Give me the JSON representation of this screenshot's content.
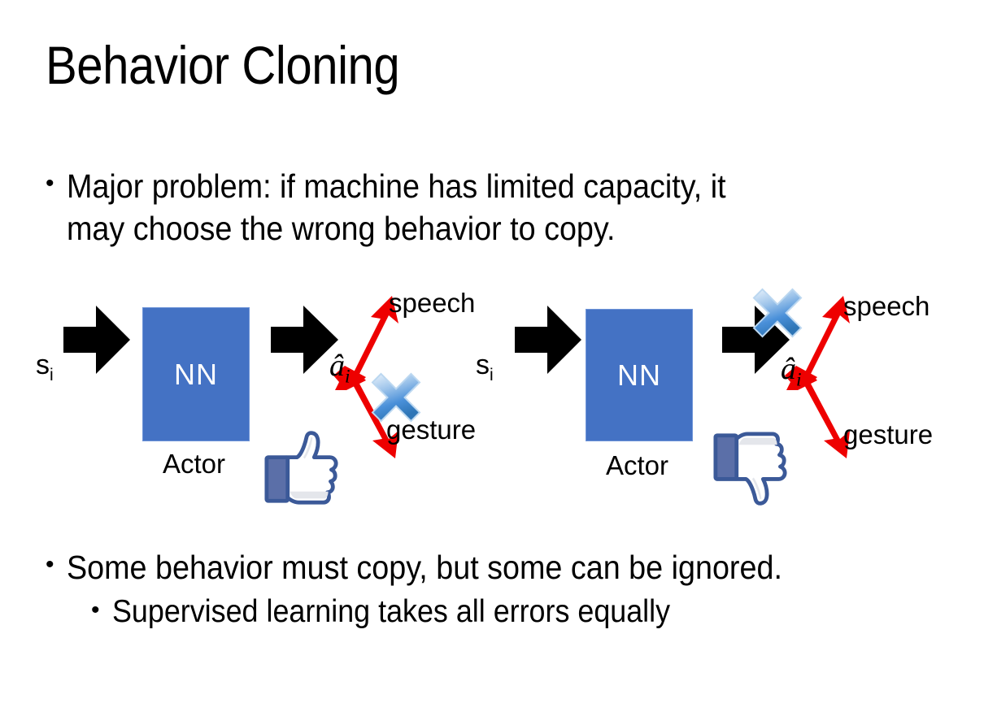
{
  "slide": {
    "title": "Behavior Cloning",
    "background_color": "#FFFFFF",
    "text_color": "#000000"
  },
  "bullets": {
    "top": {
      "marker": "•",
      "line1": "Major problem: if machine has limited capacity, it",
      "line2": "may choose the wrong behavior to copy."
    },
    "bottom": {
      "marker": "•",
      "text": "Some behavior must copy, but some can be ignored.",
      "sub_marker": "•",
      "sub_text": "Supervised learning takes all errors equally"
    }
  },
  "colors": {
    "nn_blue": "#4472C4",
    "arrow_black": "#000000",
    "red_arrow": "#EE0000",
    "blue_x_light": "#CFE2F8",
    "blue_x_mid": "#5B9BD5",
    "blue_x_dark": "#2E75B6",
    "thumb_outline": "#3B5998",
    "thumb_fill": "#FFFFFF",
    "thumb_cuff": "#5B6FA8"
  },
  "diagrams": [
    {
      "id": "left",
      "state_label": "s",
      "state_sub": "i",
      "nn_label": "NN",
      "nn_caption": "Actor",
      "action_label": "â",
      "action_sub": "i",
      "output_top": "speech",
      "output_bottom": "gesture",
      "crossed_output": "gesture",
      "verdict_icon": "thumbs-up-icon"
    },
    {
      "id": "right",
      "state_label": "s",
      "state_sub": "i",
      "nn_label": "NN",
      "nn_caption": "Actor",
      "action_label": "â",
      "action_sub": "i",
      "output_top": "speech",
      "output_bottom": "gesture",
      "crossed_output": "speech",
      "verdict_icon": "thumbs-down-icon"
    }
  ]
}
